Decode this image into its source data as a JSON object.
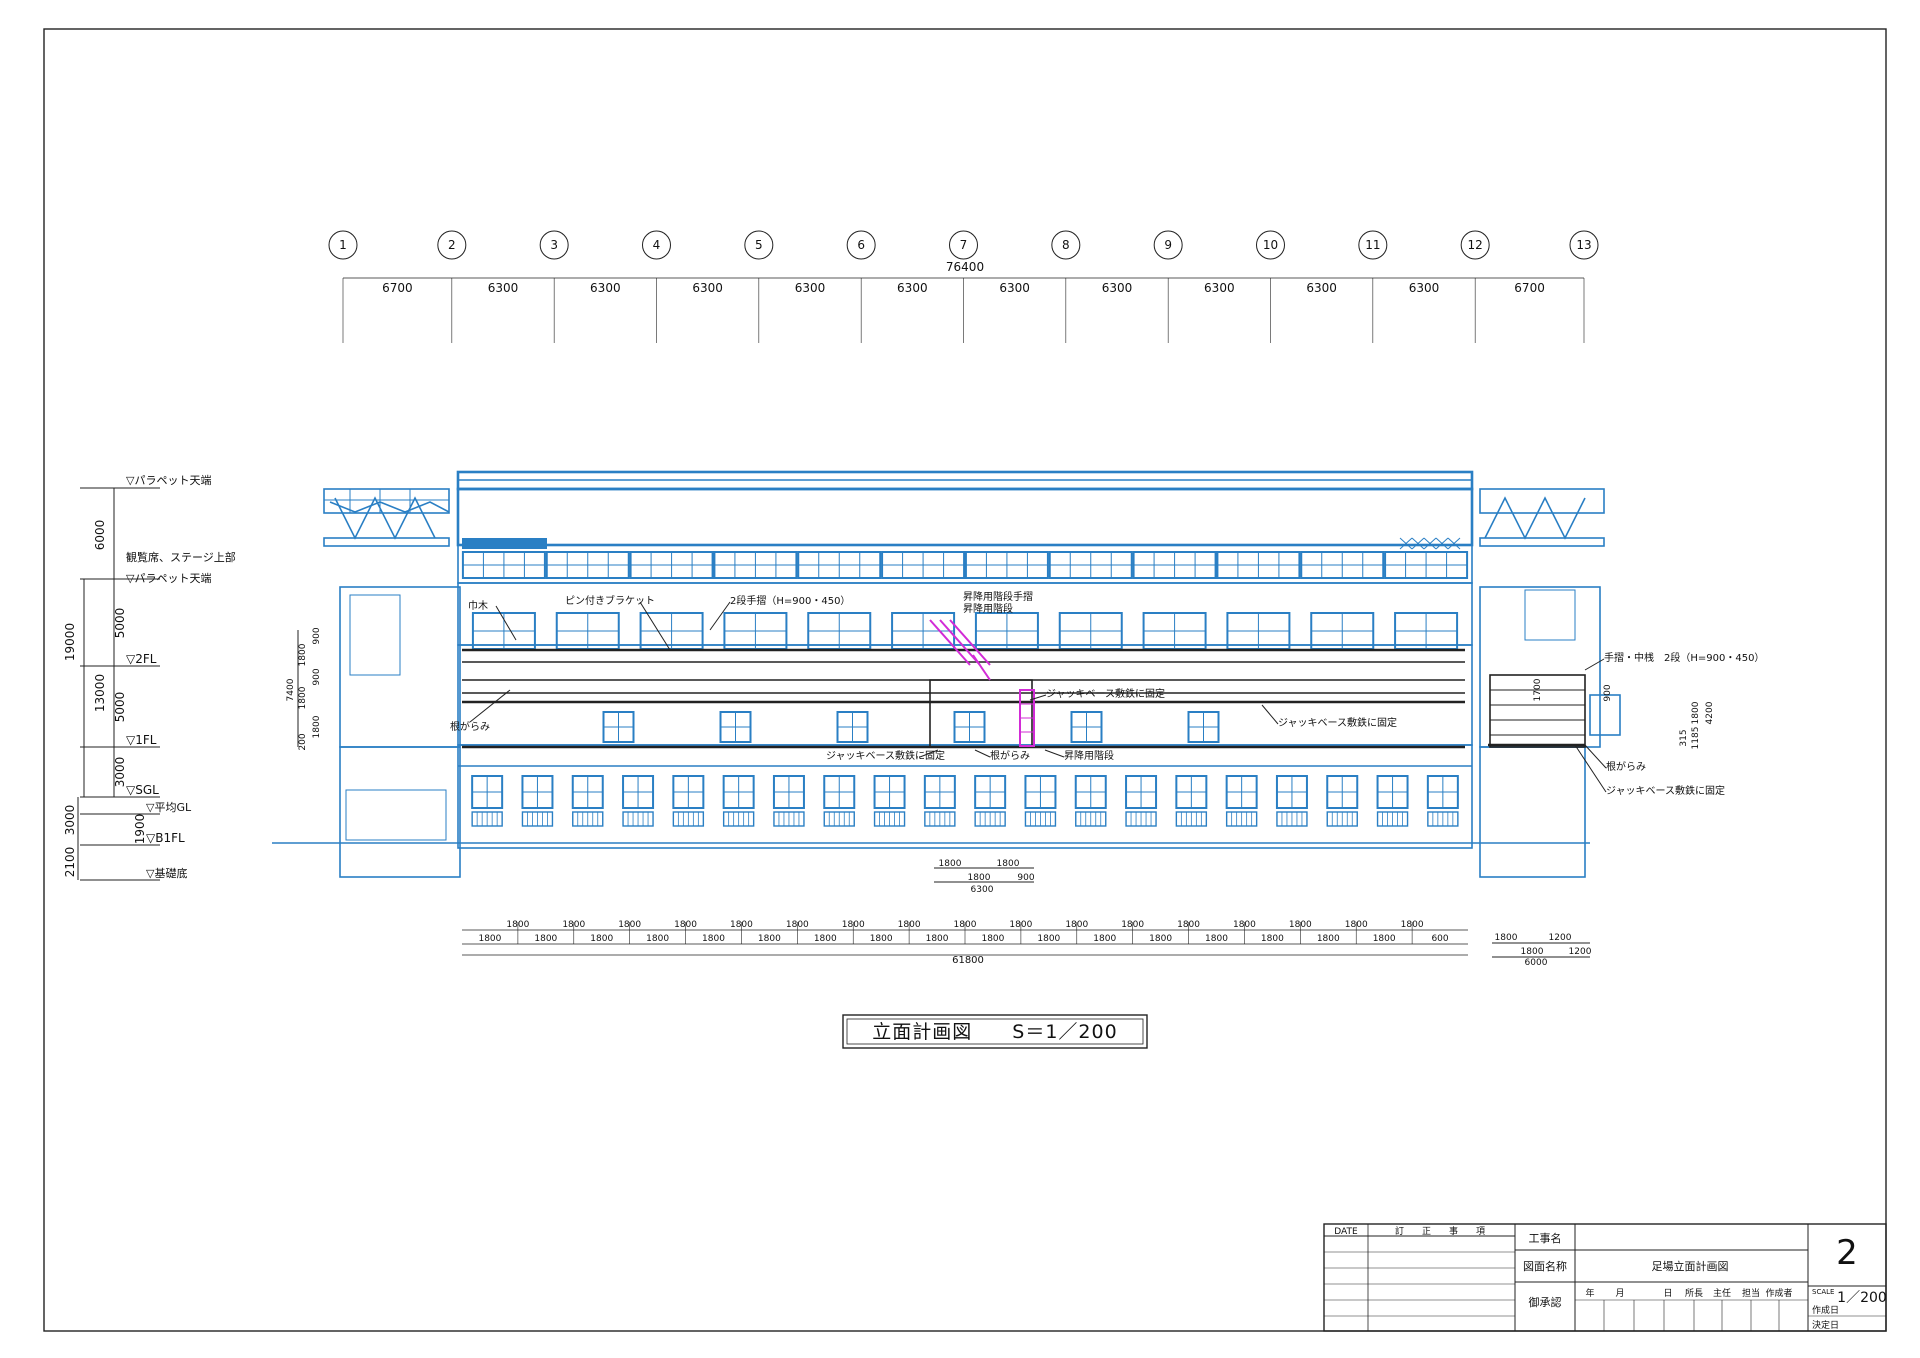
{
  "grid": {
    "axes": [
      "1",
      "2",
      "3",
      "4",
      "5",
      "6",
      "7",
      "8",
      "9",
      "10",
      "11",
      "12",
      "13"
    ],
    "spans": [
      "6700",
      "6300",
      "6300",
      "6300",
      "6300",
      "6300",
      "6300",
      "6300",
      "6300",
      "6300",
      "6300",
      "6700"
    ],
    "total": "76400"
  },
  "levels": [
    {
      "label": "▽パラペット天端"
    },
    {
      "label": "観覧席、ステージ上部"
    },
    {
      "label": "▽パラペット天端"
    },
    {
      "label": "▽2FL"
    },
    {
      "label": "▽1FL"
    },
    {
      "label": "▽SGL"
    },
    {
      "label": "▽平均GL"
    },
    {
      "label": "▽B1FL"
    },
    {
      "label": "▽基礎底"
    }
  ],
  "level_dims": {
    "d6000": "6000",
    "d19000": "19000",
    "d5000a": "5000",
    "d13000": "13000",
    "d5000b": "5000",
    "d3000a": "3000",
    "d3000b": "3000",
    "d1900": "1900",
    "d2100": "2100"
  },
  "local_dims": {
    "h7400": "7400",
    "h1800a": "1800",
    "h900a": "900",
    "h1800b": "1800",
    "h900b": "900",
    "h1800c": "1800",
    "h200": "200",
    "r1700": "1700",
    "r900": "900",
    "r1800": "1800",
    "r4200": "4200",
    "r1185": "1185",
    "r315": "315"
  },
  "annotations": {
    "haba": "巾木",
    "pin": "ピン付きブラケット",
    "tesuri2": "2段手摺（H=900・450）",
    "stair_rail": "昇降用階段手摺",
    "stair1": "昇降用階段",
    "jack1": "ジャッキベース敷鉄に固定",
    "negarami1": "根がらみ",
    "jack2": "ジャッキベース敷鉄に固定",
    "jack3": "ジャッキベース敷鉄に固定",
    "negarami2": "根がらみ",
    "stair2": "昇降用階段",
    "right_rail": "手摺・中桟　2段（H=900・450）",
    "negarami3": "根がらみ",
    "jack4": "ジャッキベース敷鉄に固定"
  },
  "stair_dims": {
    "a": "1800",
    "b": "1800",
    "c": "1800",
    "d": "900",
    "total": "6300"
  },
  "bottom_dims": {
    "top_row": [
      "1800",
      "1800",
      "1800",
      "1800",
      "1800",
      "1800",
      "1800",
      "1800",
      "1800",
      "1800",
      "1800",
      "1800",
      "1800",
      "1800",
      "1800",
      "1800",
      "1800"
    ],
    "bottom_row": [
      "1800",
      "1800",
      "1800",
      "1800",
      "1800",
      "1800",
      "1800",
      "1800",
      "1800",
      "1800",
      "1800",
      "1800",
      "1800",
      "1800",
      "1800",
      "1800",
      "1800",
      "600"
    ],
    "total": "61800",
    "right_top": "1200",
    "right_bottom": [
      "1800",
      "1800",
      "1200"
    ],
    "right_total": "6000"
  },
  "drawing_caption": "立面計画図　　S＝1／200",
  "title_block": {
    "date_label": "DATE",
    "rev_label": "訂　　正　　事　　項",
    "project_label": "工事名",
    "project_value": "",
    "drawing_name_label": "図面名称",
    "drawing_name_value": "足場立面計画図",
    "approval_label": "御承認",
    "date_cols": [
      "年",
      "月",
      "日"
    ],
    "roles": [
      "所長",
      "主任",
      "担当",
      "作成者"
    ],
    "sheet_no": "2",
    "scale_label": "SCALE",
    "scale_value": "1／200",
    "created_label": "作成日",
    "decided_label": "決定日"
  },
  "colors": {
    "structure": "#2a7fc4",
    "lines": "#222222",
    "stair_highlight": "#d22bd6"
  }
}
